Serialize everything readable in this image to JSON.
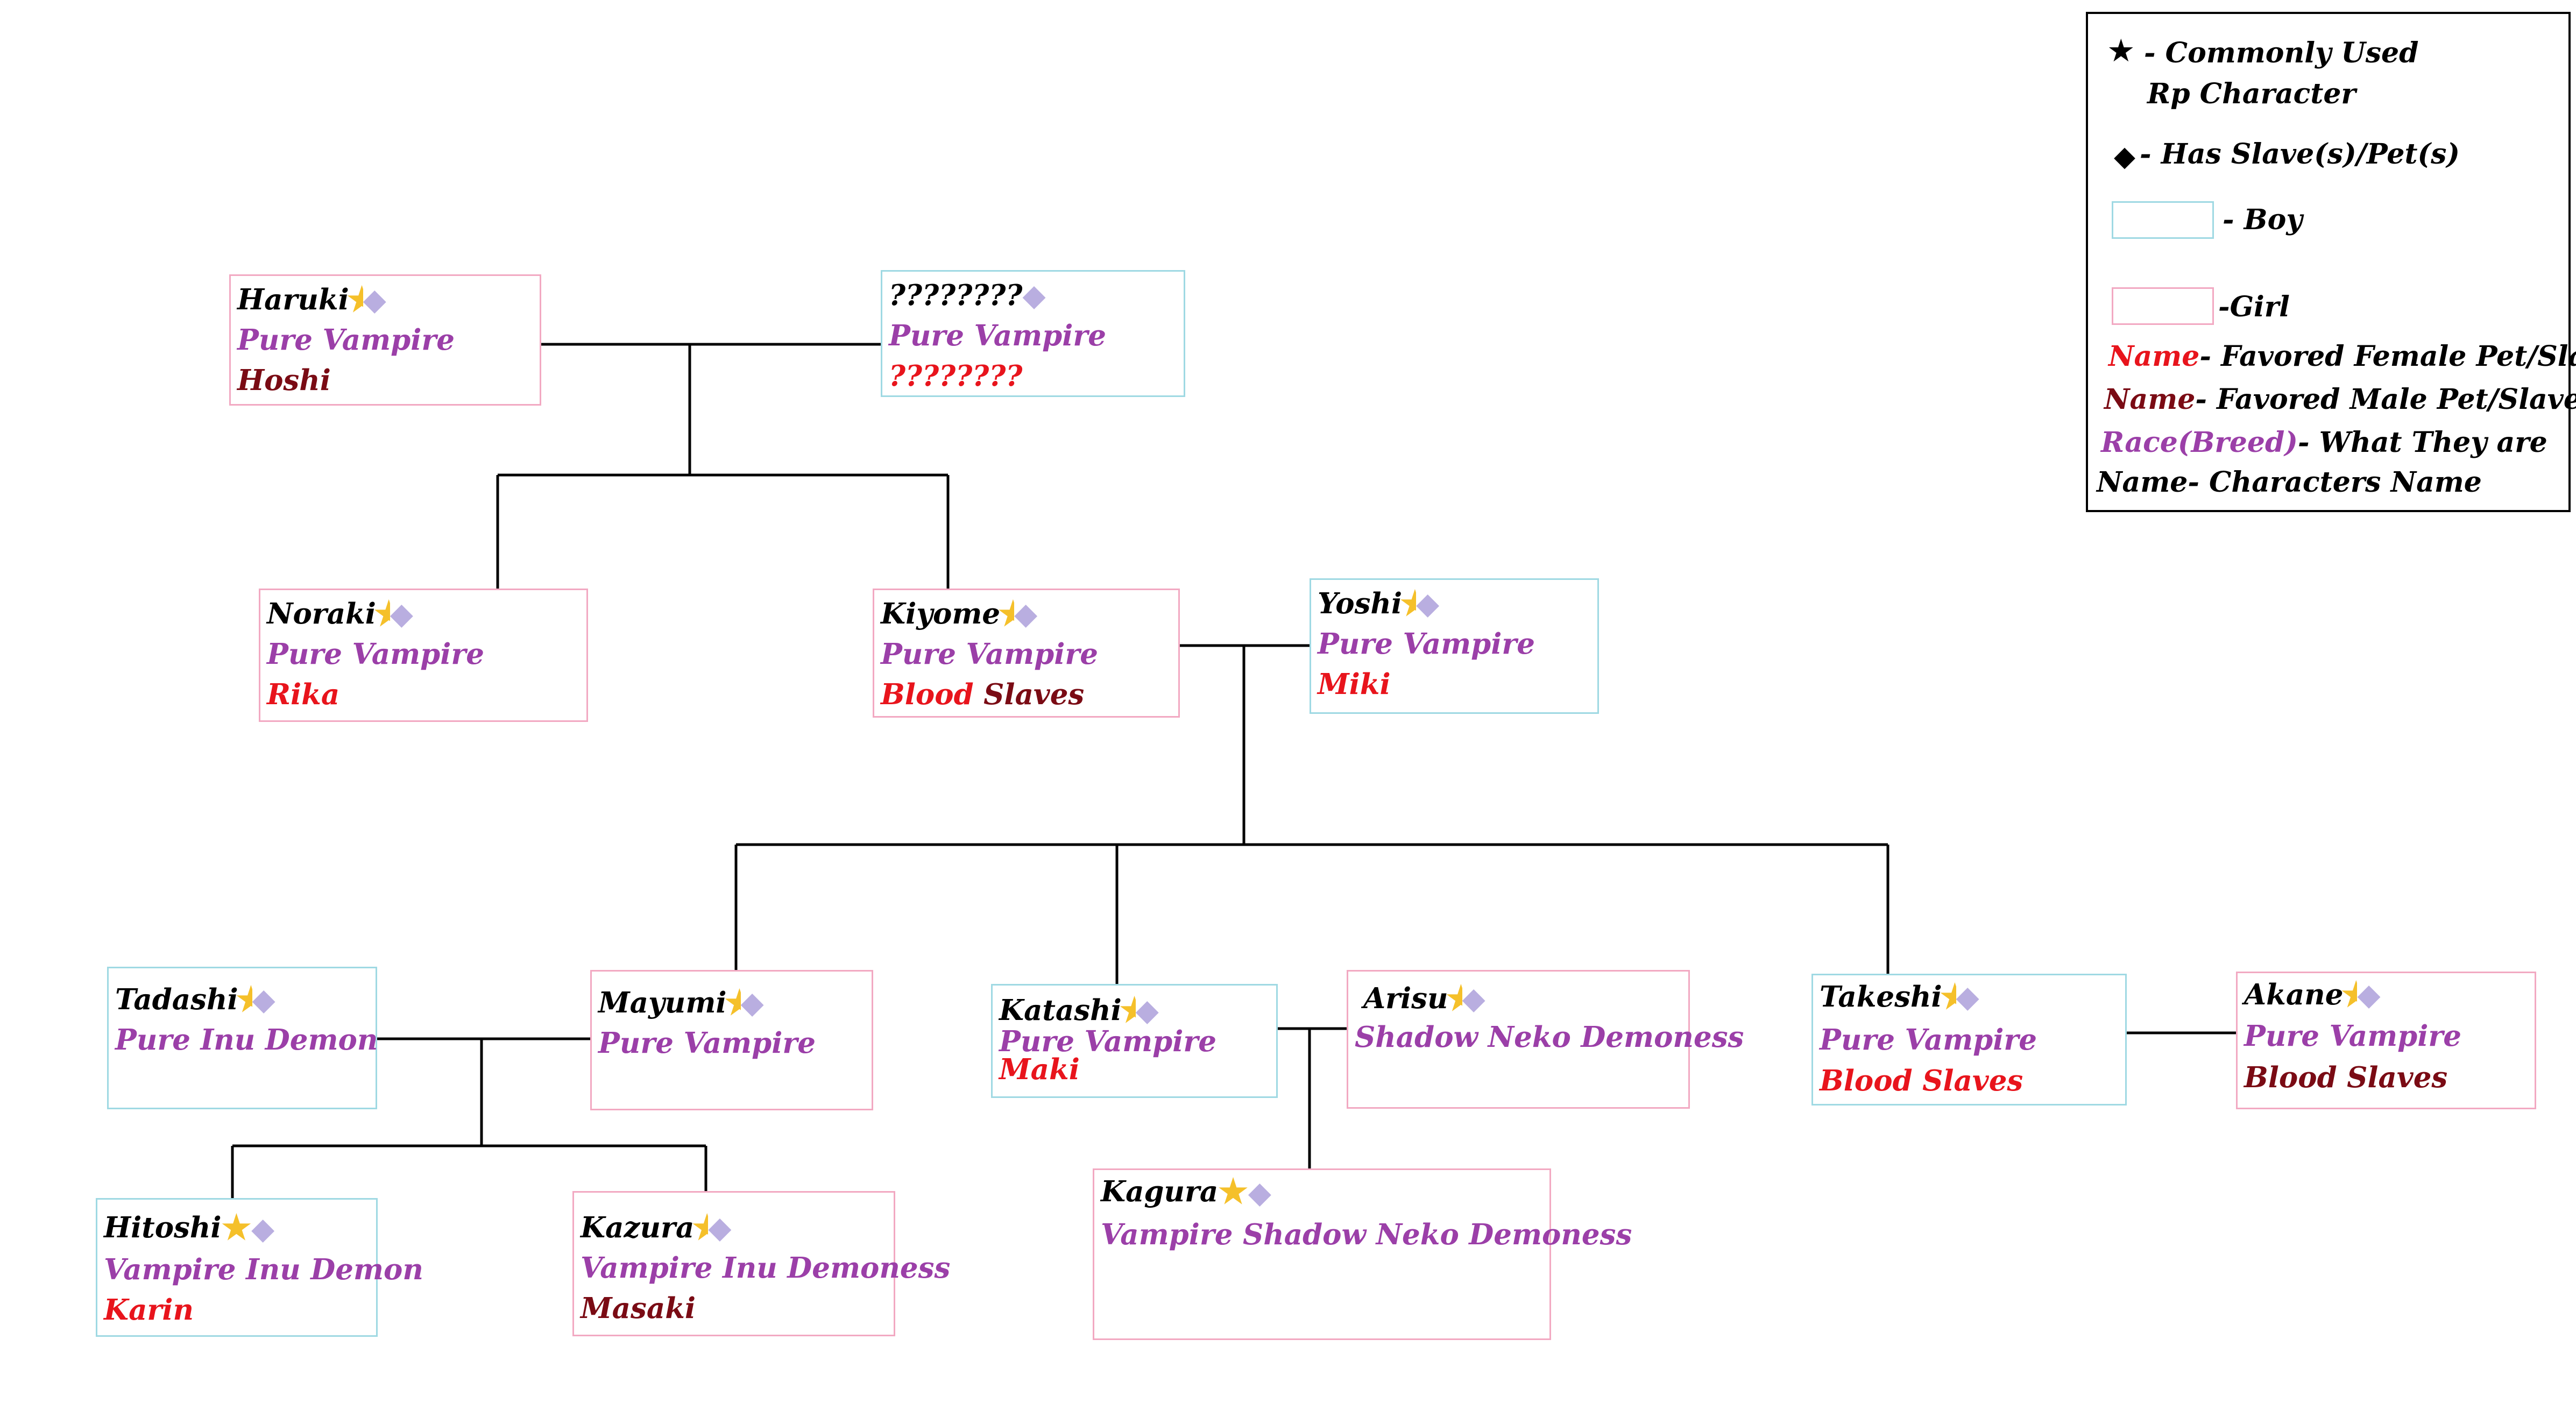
{
  "colors": {
    "boy_border": "#9fd9e3",
    "girl_border": "#f2a9c2",
    "race_text": "#9b3fa8",
    "favored_female": "#e8141c",
    "favored_male": "#7a0b14",
    "star": "#f5c02a",
    "diamond": "#b9aee0",
    "lines": "#000000"
  },
  "icons": {
    "commonly_used": "star-icon",
    "has_slaves": "diamond-icon"
  },
  "legend": {
    "star_line1": "- Commonly Used",
    "star_line2": "Rp Character",
    "diamond_text": "- Has Slave(s)/Pet(s)",
    "boy_text": "- Boy",
    "girl_text": "-Girl",
    "ff_label": "Name",
    "ff_text": "- Favored Female Pet/Slave",
    "fm_label": "Name",
    "fm_text": "- Favored Male Pet/Slave",
    "race_label": "Race(Breed)",
    "race_text": "- What They are",
    "name_label": "Name",
    "name_text": "- Characters Name"
  },
  "characters": {
    "haruki": {
      "name": "Haruki",
      "race": "Pure Vampire",
      "pet": "Hoshi"
    },
    "unknown": {
      "name": "????????",
      "race": "Pure Vampire",
      "pet": "????????"
    },
    "noraki": {
      "name": "Noraki",
      "race": "Pure Vampire",
      "pet": "Rika"
    },
    "kiyome": {
      "name": "Kiyome",
      "race": "Pure Vampire",
      "pet_a": "Blood",
      "pet_b": "Slaves"
    },
    "yoshi": {
      "name": "Yoshi",
      "race": "Pure Vampire",
      "pet": "Miki"
    },
    "tadashi": {
      "name": "Tadashi",
      "race": "Pure Inu Demon"
    },
    "mayumi": {
      "name": "Mayumi",
      "race": "Pure Vampire"
    },
    "katashi": {
      "name": "Katashi",
      "race": "Pure Vampire",
      "pet": "Maki"
    },
    "arisu": {
      "name": "Arisu",
      "race": "Shadow Neko Demoness"
    },
    "takeshi": {
      "name": "Takeshi",
      "race": "Pure Vampire",
      "pet": "Blood Slaves"
    },
    "akane": {
      "name": "Akane",
      "race": "Pure Vampire",
      "pet": "Blood Slaves"
    },
    "hitoshi": {
      "name": "Hitoshi",
      "race": "Vampire Inu Demon",
      "pet": "Karin"
    },
    "kazura": {
      "name": "Kazura",
      "race": "Vampire Inu Demoness",
      "pet": "Masaki"
    },
    "kagura": {
      "name": "Kagura",
      "race": "Vampire Shadow Neko Demoness"
    }
  }
}
